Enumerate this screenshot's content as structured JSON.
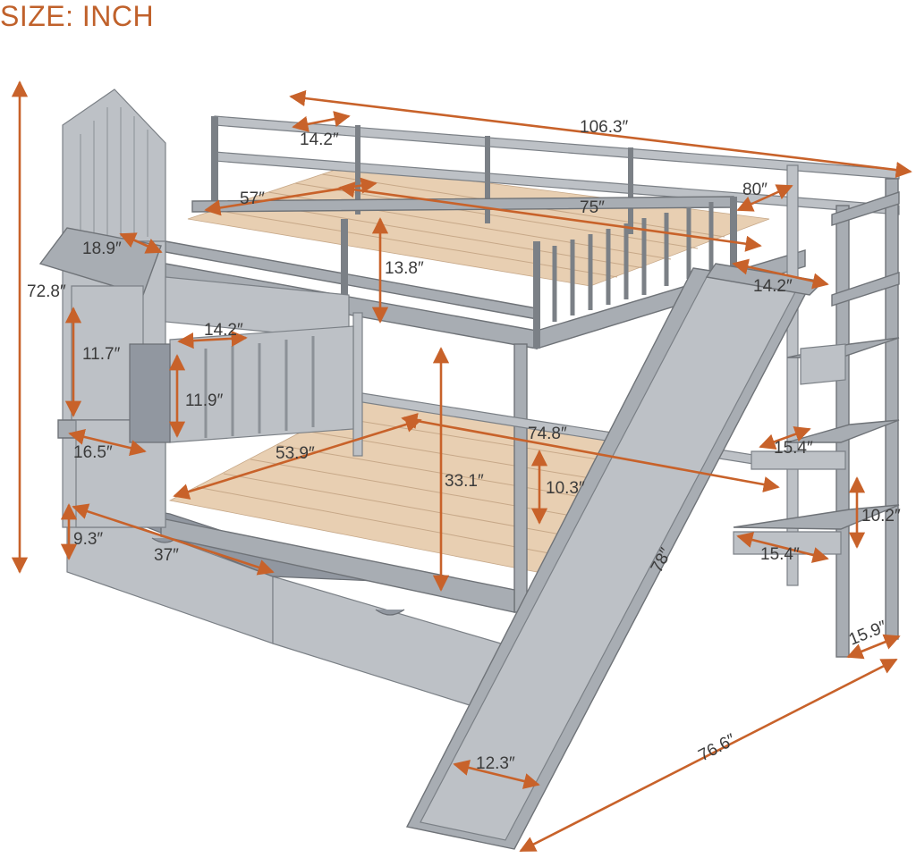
{
  "header": {
    "title": "SIZE: INCH"
  },
  "colors": {
    "accent": "#c8622a",
    "frame": "#a8adb3",
    "slat": "#e8cfb2"
  },
  "dimensions": [
    {
      "id": "overall-length",
      "label": "106.3″"
    },
    {
      "id": "top-rail-depth",
      "label": "14.2″"
    },
    {
      "id": "top-rail-length",
      "label": "57″"
    },
    {
      "id": "top-width",
      "label": "80″"
    },
    {
      "id": "top-mattress-length",
      "label": "75″"
    },
    {
      "id": "roof-width",
      "label": "18.9″"
    },
    {
      "id": "overall-height",
      "label": "72.8″"
    },
    {
      "id": "guardrail-height",
      "label": "13.8″"
    },
    {
      "id": "platform-depth",
      "label": "14.2″"
    },
    {
      "id": "drawer-step-depth",
      "label": "14.2″"
    },
    {
      "id": "stair-step-height",
      "label": "11.7″"
    },
    {
      "id": "drawer-step-height",
      "label": "11.9″"
    },
    {
      "id": "bottom-step-depth",
      "label": "16.5″"
    },
    {
      "id": "bottom-mattress-width",
      "label": "53.9″"
    },
    {
      "id": "bottom-mattress-length",
      "label": "74.8″"
    },
    {
      "id": "shelf-depth-upper",
      "label": "15.4″"
    },
    {
      "id": "under-bed-clearance",
      "label": "33.1″"
    },
    {
      "id": "bottom-rail-height",
      "label": "10.3″"
    },
    {
      "id": "shelf-spacing",
      "label": "10.2″"
    },
    {
      "id": "drawer-height",
      "label": "9.3″"
    },
    {
      "id": "drawer-length",
      "label": "37″"
    },
    {
      "id": "shelf-depth-lower",
      "label": "15.4″"
    },
    {
      "id": "slide-length",
      "label": "78″"
    },
    {
      "id": "ladder-depth",
      "label": "15.9″"
    },
    {
      "id": "slide-width",
      "label": "12.3″"
    },
    {
      "id": "overall-width",
      "label": "76.6″"
    }
  ]
}
